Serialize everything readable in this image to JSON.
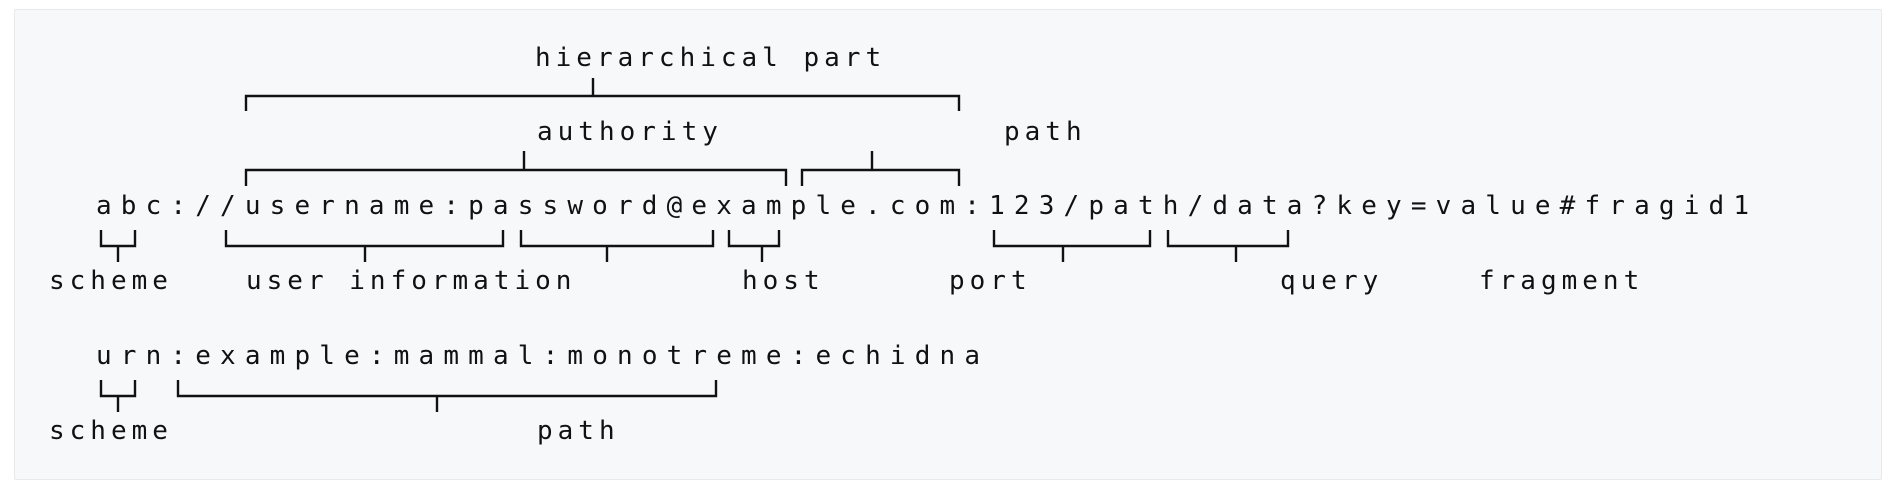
{
  "diagram": {
    "uri_example": {
      "text": "abc://username:password@example.com:123/path/data?key=value#fragid1",
      "labels_above": {
        "hierarchical_part": "hierarchical part",
        "authority": "authority",
        "path": "path"
      },
      "labels_below": {
        "scheme": "scheme",
        "user_information": "user information",
        "host": "host",
        "port": "port",
        "query": "query",
        "fragment": "fragment"
      }
    },
    "urn_example": {
      "text": "urn:example:mammal:monotreme:echidna",
      "labels_below": {
        "scheme": "scheme",
        "path": "path"
      }
    }
  }
}
